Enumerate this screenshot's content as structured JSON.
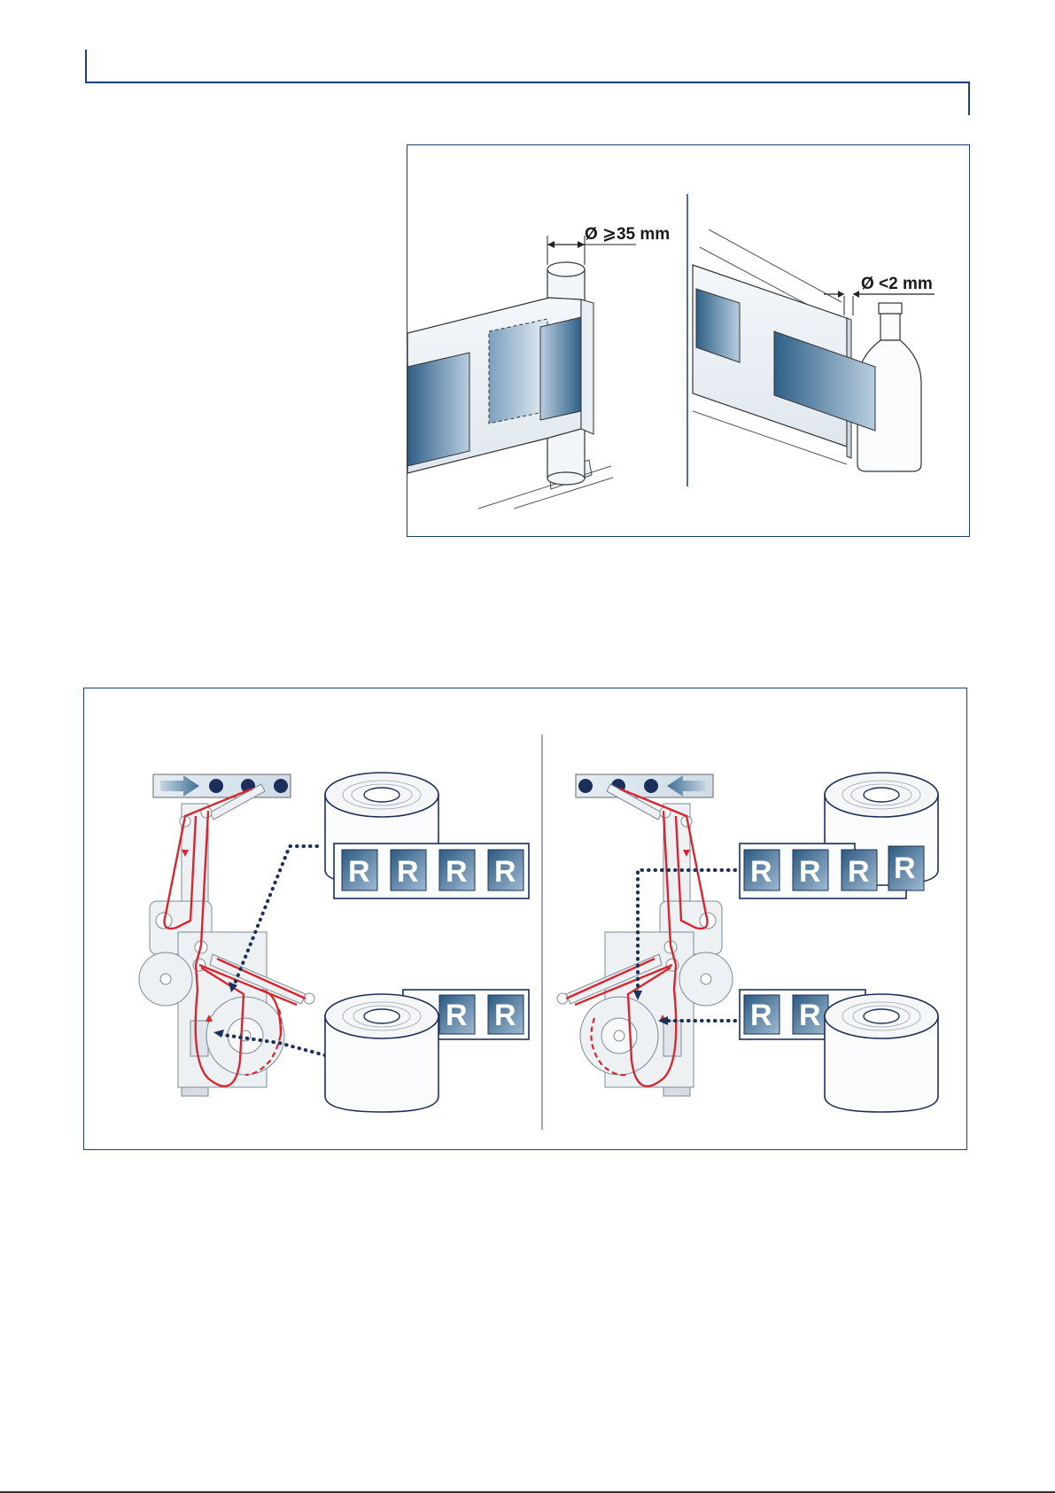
{
  "colors": {
    "frame": "#1f3f78",
    "web_red": "#d8262e",
    "label_blue": "#3f6f95",
    "dotted_path": "#1c2f5a"
  },
  "figure_top": {
    "left_panel": {
      "dimension_label": "Ø ⩾35 mm"
    },
    "right_panel": {
      "dimension_label": "Ø <2 mm"
    }
  },
  "figure_bottom": {
    "left_panel": {
      "label_letters_top": [
        "R",
        "R",
        "R",
        "R"
      ],
      "label_letters_bottom": [
        "R",
        "R"
      ]
    },
    "right_panel": {
      "label_letters_top": [
        "R",
        "R",
        "R",
        "R"
      ],
      "label_letters_bottom": [
        "R",
        "R"
      ]
    }
  }
}
